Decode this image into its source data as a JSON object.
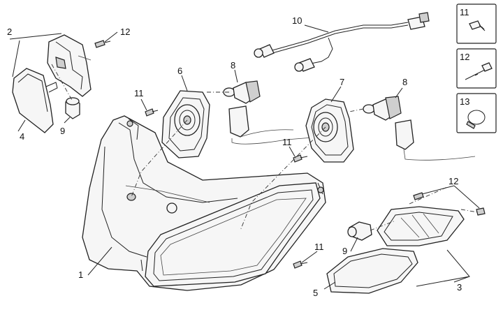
{
  "diagram": {
    "callouts": {
      "c1": "1",
      "c2": "2",
      "c3": "3",
      "c4": "4",
      "c5": "5",
      "c6": "6",
      "c7": "7",
      "c8a": "8",
      "c8b": "8",
      "c9a": "9",
      "c9b": "9",
      "c10": "10",
      "c11a": "11",
      "c11b": "11",
      "c11c": "11",
      "c12a": "12",
      "c12b": "12"
    },
    "legend": [
      {
        "number": "11",
        "icon": "short-screw-icon"
      },
      {
        "number": "12",
        "icon": "long-screw-icon"
      },
      {
        "number": "13",
        "icon": "hose-clamp-icon"
      }
    ]
  }
}
